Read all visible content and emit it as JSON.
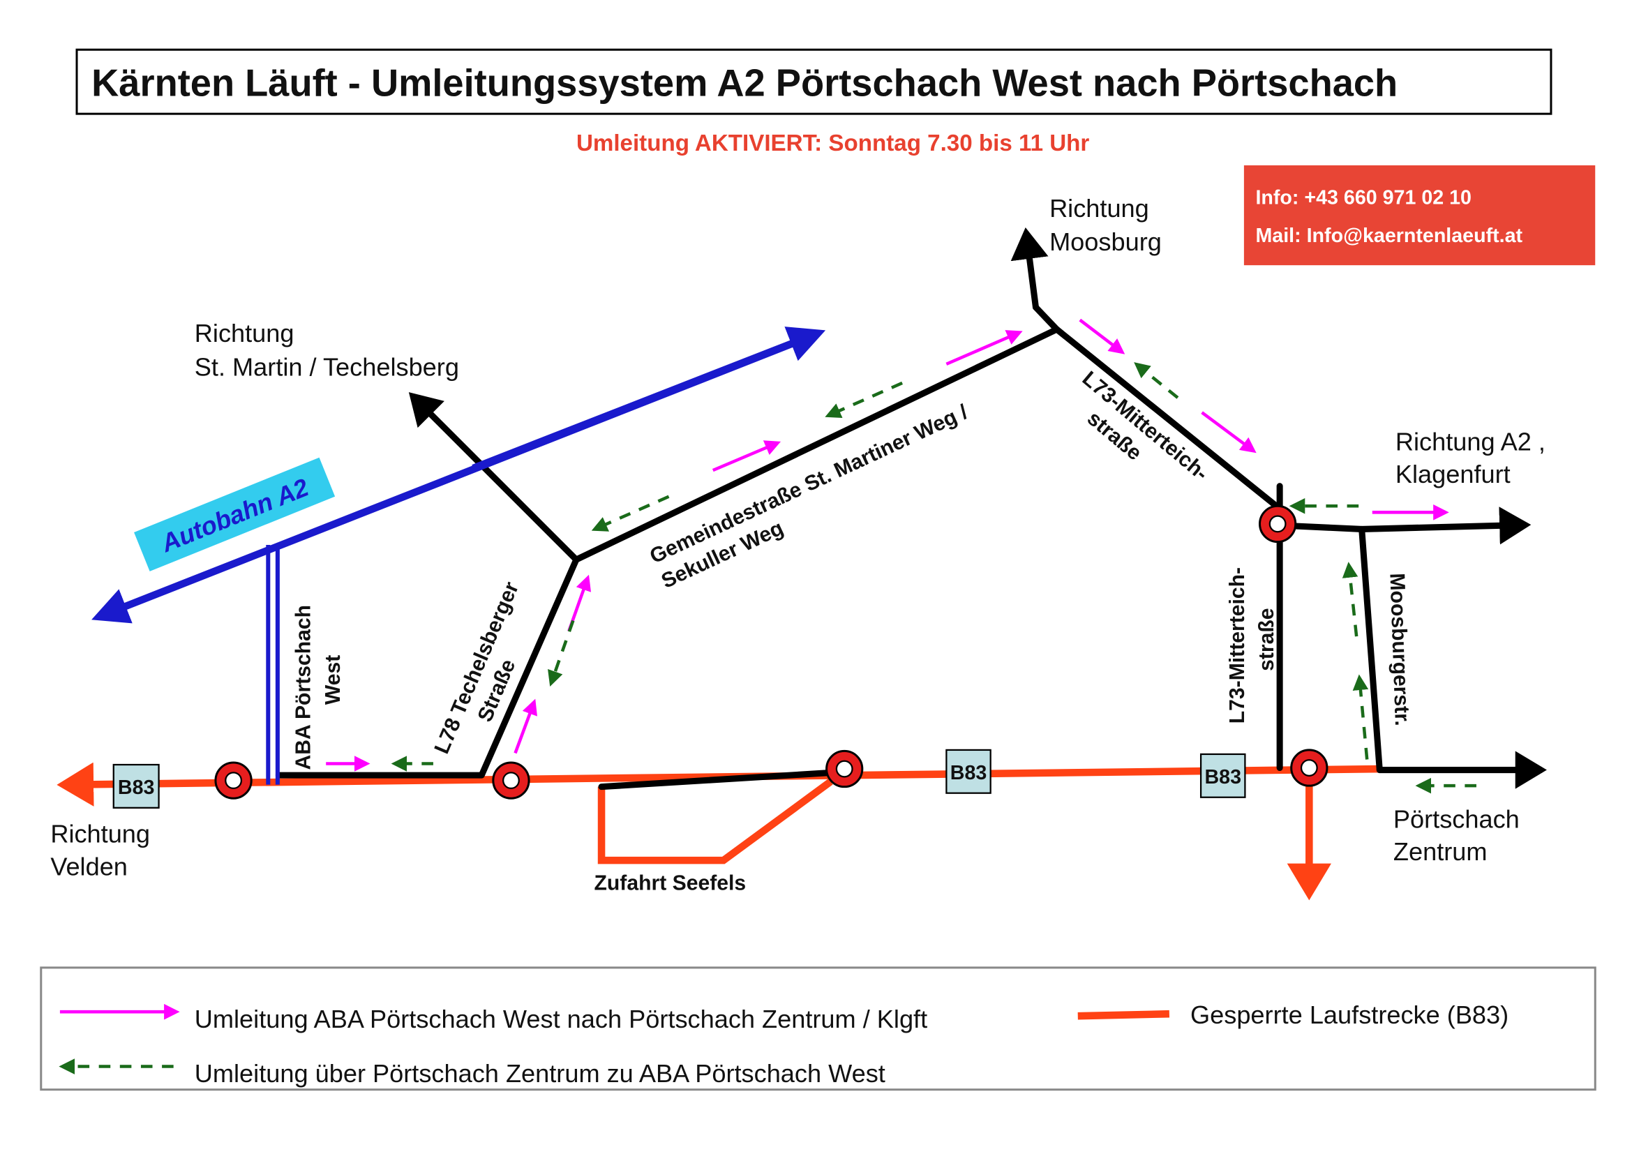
{
  "title": "Kärnten Läuft - Umleitungssystem A2 Pörtschach West nach Pörtschach",
  "subtitle": "Umleitung AKTIVIERT: Sonntag 7.30 bis 11 Uhr",
  "info_box": {
    "phone": "Info: +43 660 971 02 10",
    "mail": "Mail: Info@kaerntenlaeuft.at"
  },
  "map": {
    "autobahn_label": "Autobahn A2",
    "directions": {
      "st_martin": [
        "Richtung",
        "St. Martin / Techelsberg"
      ],
      "moosburg": [
        "Richtung",
        "Moosburg"
      ],
      "a2_klagenfurt": [
        "Richtung A2 ,",
        "Klagenfurt"
      ],
      "velden": [
        "Richtung",
        "Velden"
      ],
      "zentrum": [
        "Pörtschach",
        "Zentrum"
      ]
    },
    "roads": {
      "aba": [
        "ABA Pörtschach",
        "West"
      ],
      "l78": [
        "L78 Techelsberger",
        "Straße"
      ],
      "gemeinde": [
        "Gemeindestraße St. Martiner Weg /",
        "Sekuller Weg"
      ],
      "l73_diag": [
        "L73-Mitterteich-",
        "straße"
      ],
      "l73_vert": [
        "L73-Mitterteich-",
        "straße"
      ],
      "moosburger": "Moosburgerstr.",
      "seefels": "Zufahrt Seefels"
    },
    "b83_label": "B83"
  },
  "legend": {
    "magenta": "Umleitung ABA Pörtschach West nach Pörtschach Zentrum / Klgft",
    "green": "Umleitung über Pörtschach Zentrum zu ABA Pörtschach West",
    "red": "Gesperrte Laufstrecke (B83)"
  },
  "colors": {
    "magenta": "#ff00ff",
    "green": "#1a6b1a",
    "closed": "#ff4214",
    "autobahn": "#1a1acc",
    "info": "#e84535"
  }
}
